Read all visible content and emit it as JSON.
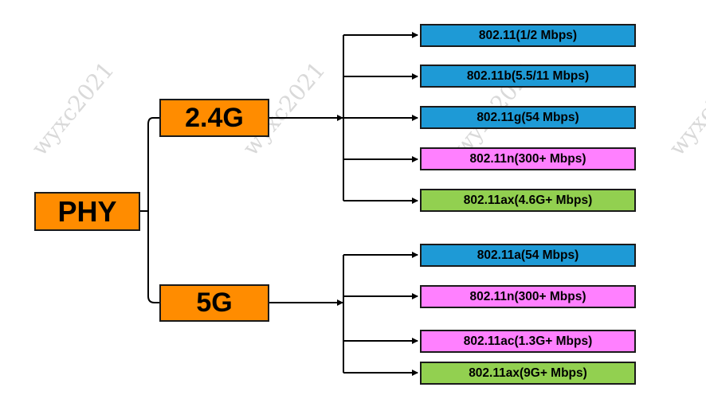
{
  "diagram": {
    "root": "PHY",
    "bands": [
      {
        "label": "2.4G",
        "standards": [
          {
            "label": "802.11(1/2 Mbps)",
            "color": "#1e9ad6"
          },
          {
            "label": "802.11b(5.5/11 Mbps)",
            "color": "#1e9ad6"
          },
          {
            "label": "802.11g(54 Mbps)",
            "color": "#1e9ad6"
          },
          {
            "label": "802.11n(300+ Mbps)",
            "color": "#ff80ff"
          },
          {
            "label": "802.11ax(4.6G+ Mbps)",
            "color": "#92d050"
          }
        ]
      },
      {
        "label": "5G",
        "standards": [
          {
            "label": "802.11a(54 Mbps)",
            "color": "#1e9ad6"
          },
          {
            "label": "802.11n(300+ Mbps)",
            "color": "#ff80ff"
          },
          {
            "label": "802.11ac(1.3G+ Mbps)",
            "color": "#ff80ff"
          },
          {
            "label": "802.11ax(9G+ Mbps)",
            "color": "#92d050"
          }
        ]
      }
    ],
    "colors": {
      "node_fill": "#ff8c00",
      "line": "#000000",
      "watermark": "#d9d9d9"
    }
  },
  "watermark_text": "wyxc2021"
}
